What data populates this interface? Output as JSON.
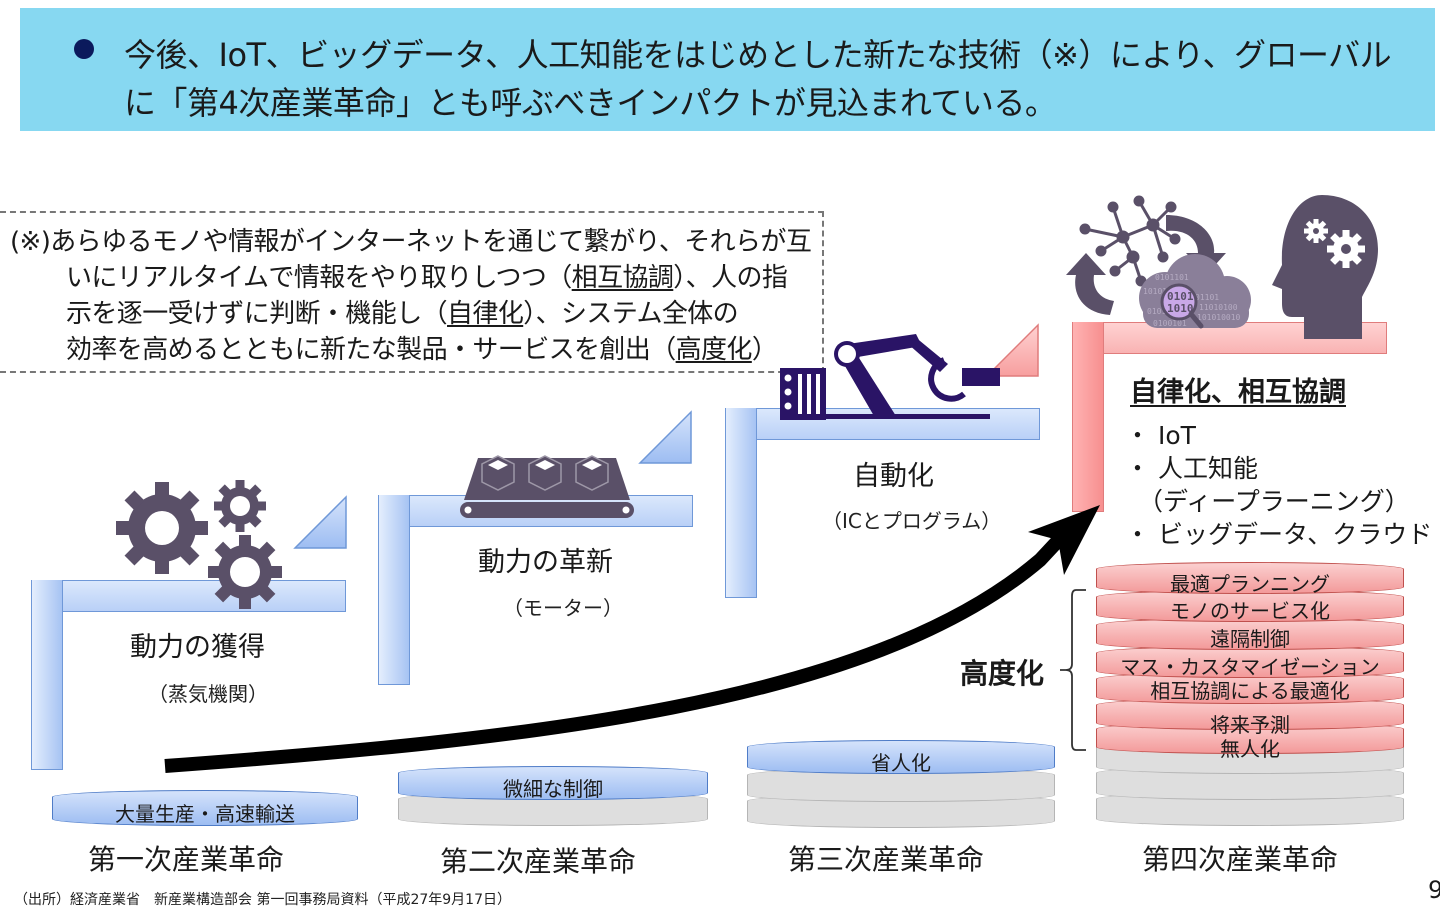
{
  "header": {
    "line1": "今後、IoT、ビッグデータ、人工知能をはじめとした新たな技術（※）により、グローバル",
    "line2": "に「第4次産業革命」とも呼ぶべきインパクトが見込まれている。",
    "bg_color": "#87d8f1",
    "bullet_color": "#0b1a5c"
  },
  "footnote": {
    "lines": [
      {
        "pre": "(※)あらゆるモノや情報がインターネットを通じて繋がり、それらが互",
        "u": "",
        "post": ""
      },
      {
        "pre": "いにリアルタイムで情報をやり取りしつつ（",
        "u": "相互協調",
        "post": "）、人の指"
      },
      {
        "pre": "示を逐一受けずに判断・機能し（",
        "u": "自律化",
        "post": "）、システム全体の"
      },
      {
        "pre": "効率を高めるとともに新たな製品・サービスを創出（",
        "u": "高度化",
        "post": "）"
      }
    ]
  },
  "stages": [
    {
      "era": "第一次産業革命",
      "main": "動力の獲得",
      "sub": "（蒸気機関）",
      "icon": "gears-icon",
      "cylinder_layers": [
        "大量生産・高速輸送"
      ]
    },
    {
      "era": "第二次産業革命",
      "main": "動力の革新",
      "sub": "（モーター）",
      "icon": "conveyor-belt-icon",
      "cylinder_layers": [
        "微細な制御"
      ]
    },
    {
      "era": "第三次産業革命",
      "main": "自動化",
      "sub": "（ICとプログラム）",
      "icon": "robot-arm-icon",
      "cylinder_layers": [
        "省人化"
      ]
    },
    {
      "era": "第四次産業革命",
      "main": "自律化、相互協調",
      "items": [
        "・ IoT",
        "・ 人工知能",
        "（ディープラーニング）",
        "・ ビッグデータ、クラウド"
      ],
      "icons": [
        "network-icon",
        "cycle-arrows-icon",
        "cloud-data-icon",
        "ai-head-icon"
      ],
      "cylinder_layers": [
        "最適プランニング",
        "モノのサービス化",
        "遠隔制御",
        "マス・カスタマイゼーション",
        "相互協調による最適化",
        "将来予測",
        "無人化"
      ]
    }
  ],
  "advancement_label": "高度化",
  "source": "（出所）経済産業省　新産業構造部会 第一回事務局資料（平成27年9月17日）",
  "page_number": "9",
  "colors": {
    "step_blue": "#b9d0f7",
    "step_red": "#f9b3b3",
    "icon_dark": "#5a5068",
    "robot_purple": "#2a1466",
    "arrow": "#000000"
  }
}
